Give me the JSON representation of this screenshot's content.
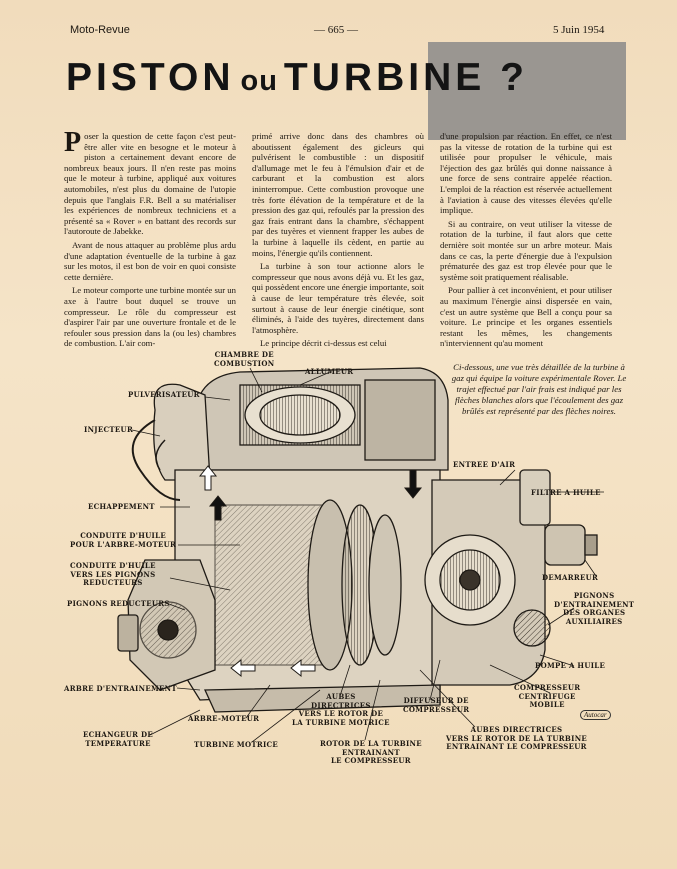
{
  "header": {
    "magazine": "Moto-Revue",
    "page_number": "— 665 —",
    "date": "5 Juin 1954"
  },
  "title": {
    "part1": "PISTON",
    "part2": "ou",
    "part3": "TURBINE ?"
  },
  "article": {
    "col1": {
      "dropcap": "P",
      "p1": "oser la question de cette façon c'est peut-être aller vite en besogne et le moteur à piston a certainement devant encore de nombreux beaux jours. Il n'en reste pas moins que le moteur à turbine, appliqué aux voitures automobiles, n'est plus du domaine de l'utopie depuis que l'anglais F.R. Bell a su matérialiser les expériences de nombreux techniciens et a présenté sa « Rover » en battant des records sur l'autoroute de Jabekke.",
      "p2": "Avant de nous attaquer au problème plus ardu d'une adaptation éventuelle de la turbine à gaz sur les motos, il est bon de voir en quoi consiste cette dernière.",
      "p3": "Le moteur comporte une turbine montée sur un axe à l'autre bout duquel se trouve un compresseur. Le rôle du compresseur est d'aspirer l'air par une ouverture frontale et de le refouler sous pression dans la (ou les) chambres de combustion. L'air com-"
    },
    "col2": {
      "p1": "primé arrive donc dans des chambres où aboutissent également des gicleurs qui pulvérisent le combustible : un dispositif d'allumage met le feu à l'émulsion d'air et de carburant et la combustion est alors ininterrompue. Cette combustion provoque une très forte élévation de la température et de la pression des gaz qui, refoulés par la pression des gaz frais entrant dans la chambre, s'échappent par des tuyères et viennent frapper les aubes de la turbine à laquelle ils cèdent, en partie au moins, l'énergie qu'ils contiennent.",
      "p2": "La turbine à son tour actionne alors le compresseur que nous avons déjà vu. Et les gaz, qui possèdent encore une énergie importante, soit à cause de leur température très élevée, soit surtout à cause de leur énergie cinétique, sont éliminés, à l'aide des tuyères, directement dans l'atmosphère.",
      "p3": "Le principe décrit ci-dessus est celui"
    },
    "col3": {
      "p1": "d'une propulsion par réaction. En effet, ce n'est pas la vitesse de rotation de la turbine qui est utilisée pour propulser le véhicule, mais l'éjection des gaz brûlés qui donne naissance à une force de sens contraire appelée réaction. L'emploi de la réaction est réservée actuellement à l'aviation à cause des vitesses élevées qu'elle implique.",
      "p2": "Si au contraire, on veut utiliser la vitesse de rotation de la turbine, il faut alors que cette dernière soit montée sur un arbre moteur. Mais dans ce cas, la perte d'énergie due à l'expulsion prématurée des gaz est trop élevée pour que le système soit pratiquement réalisable.",
      "p3": "Pour pallier à cet inconvénient, et pour utiliser au maximum l'énergie ainsi dispersée en vain, c'est un autre système que Bell a conçu pour sa voiture. Le principe et les organes essentiels restant les mêmes, les changements n'interviennent qu'au moment"
    }
  },
  "caption": "Ci-dessous, une vue très détaillée de la turbine à gaz qui équipe la voiture expérimentale Rover. Le trajet effectué par l'air frais est indiqué par les flèches blanches alors que l'écoulement des gaz brûlés est représenté par des flèches noires.",
  "diagram_labels": {
    "chambre": "CHAMBRE DE\nCOMBUSTION",
    "allumeur": "ALLUMEUR",
    "pulverisateur": "PULVERISATEUR",
    "injecteur": "INJECTEUR",
    "entree_air": "ENTREE D'AIR",
    "filtre_huile": "FILTRE A HUILE",
    "echappement": "ECHAPPEMENT",
    "conduite_huile_arbre": "CONDUITE D'HUILE\nPOUR L'ARBRE-MOTEUR",
    "conduite_huile_pignons": "CONDUITE D'HUILE\nVERS LES PIGNONS\nREDUCTEURS",
    "demarreur": "DEMARREUR",
    "pignons_entrainement": "PIGNONS\nD'ENTRAINEMENT\nDES ORGANES\nAUXILIAIRES",
    "pignons_reducteurs": "PIGNONS REDUCTEURS",
    "pompe_huile": "POMPE A HUILE",
    "arbre_entrainement": "ARBRE D'ENTRAINEMENT",
    "compresseur_centrifuge": "COMPRESSEUR\nCENTRIFUGE\nMOBILE",
    "aubes_directrices_1": "AUBES\nDIRECTRICES\nVERS LE ROTOR DE\nLA TURBINE MOTRICE",
    "diffuseur": "DIFFUSEUR DE\nCOMPRESSEUR",
    "arbre_moteur": "ARBRE-MOTEUR",
    "echangeur": "ECHANGEUR DE\nTEMPERATURE",
    "turbine_motrice": "TURBINE MOTRICE",
    "rotor_turbine": "ROTOR DE LA TURBINE\nENTRAINANT\nLE COMPRESSEUR",
    "aubes_directrices_2": "AUBES DIRECTRICES\nVERS LE ROTOR DE LA TURBINE\nENTRAINANT LE COMPRESSEUR",
    "autocar": "Autocar"
  }
}
